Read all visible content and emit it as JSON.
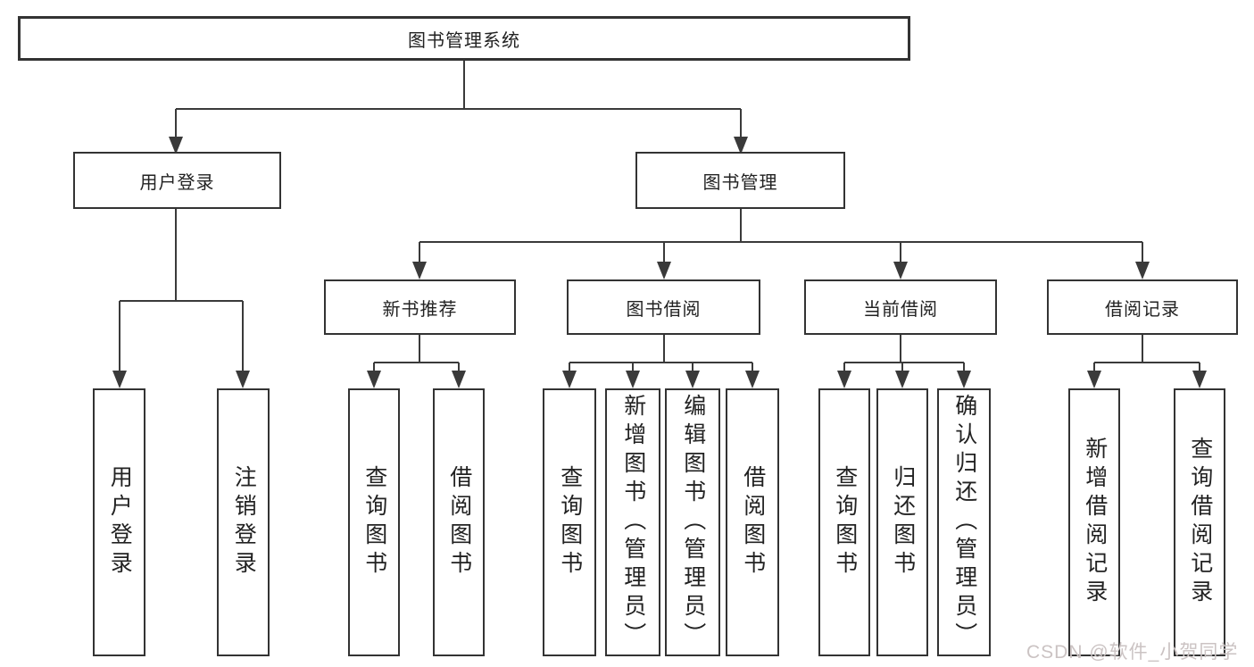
{
  "diagram_title": "图书管理系统",
  "tree": {
    "label": "图书管理系统",
    "children": [
      {
        "label": "用户登录",
        "children": [
          {
            "label": "用户登录"
          },
          {
            "label": "注销登录"
          }
        ]
      },
      {
        "label": "图书管理",
        "children": [
          {
            "label": "新书推荐",
            "children": [
              {
                "label": "查询图书"
              },
              {
                "label": "借阅图书"
              }
            ]
          },
          {
            "label": "图书借阅",
            "children": [
              {
                "label": "查询图书"
              },
              {
                "label": "新增图书（管理员）"
              },
              {
                "label": "编辑图书（管理员）"
              },
              {
                "label": "借阅图书"
              }
            ]
          },
          {
            "label": "当前借阅",
            "children": [
              {
                "label": "查询图书"
              },
              {
                "label": "归还图书"
              },
              {
                "label": "确认归还（管理员）"
              }
            ]
          },
          {
            "label": "借阅记录",
            "children": [
              {
                "label": "新增借阅记录"
              },
              {
                "label": "查询借阅记录"
              }
            ]
          }
        ]
      }
    ]
  },
  "watermark": {
    "text": "CSDN @软件_小贺同学",
    "color": "#cbc3c3"
  },
  "colors": {
    "background": "#ffffff",
    "box_border": "#333333",
    "line": "#3a3a3a",
    "text": "#222222"
  }
}
